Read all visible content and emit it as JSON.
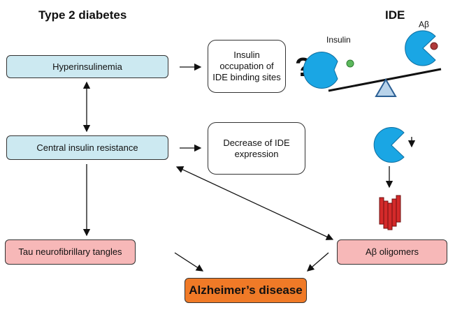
{
  "headings": {
    "left": "Type 2 diabetes",
    "right": "IDE"
  },
  "boxes": {
    "hyperinsulinemia": "Hyperinsulinemia",
    "central_insulin_resistance": "Central insulin resistance",
    "tau": "Tau neurofibrillary tangles",
    "abeta_oligomers": "Aβ oligomers",
    "alzheimers": "Alzheimer’s disease",
    "insulin_occupation": "Insulin occupation of IDE binding sites",
    "decrease_ide": "Decrease of IDE expression"
  },
  "labels": {
    "insulin": "Insulin",
    "abeta": "Aβ",
    "question": "?"
  },
  "colors": {
    "blue_box": "#cce9f1",
    "pink_box": "#f7b8b8",
    "orange_box": "#f07a27",
    "ide": "#1aa6e4",
    "insulin_dot": "#5cb85c",
    "abeta_dot": "#b03a3a",
    "oligomer": "#d42a2a"
  }
}
